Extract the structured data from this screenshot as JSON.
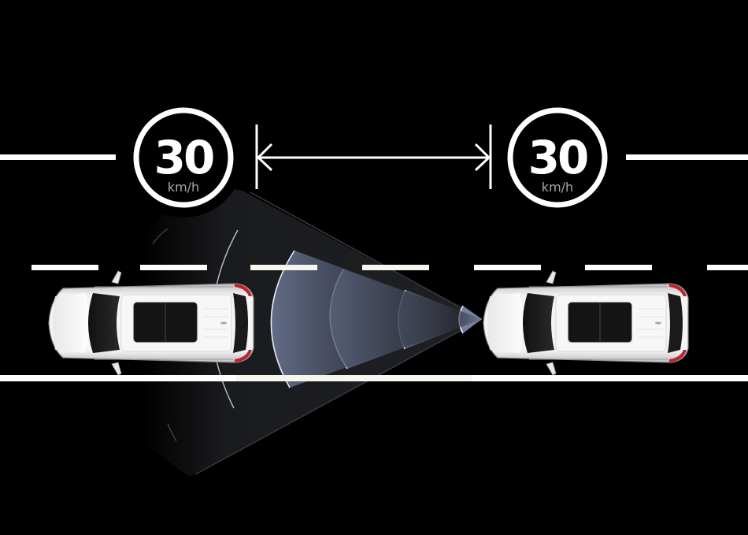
{
  "diagram": {
    "title": "",
    "description_visible": "",
    "colors": {
      "background": "#000000",
      "road_line": "#ffffff",
      "radar_cone": "#1c1d20",
      "radar_wave": "#5a6178",
      "radar_wave_edge": "#e8ecf5",
      "unit_text": "#a8a8a8",
      "car_body": "#f2f2f2",
      "car_tail_light": "#c0202a"
    },
    "speed_signs": [
      {
        "id": "ego-vehicle-speed",
        "value": "30",
        "unit": "km/h"
      },
      {
        "id": "lead-vehicle-speed",
        "value": "30",
        "unit": "km/h"
      }
    ],
    "distance_indicator": {
      "type": "double-headed-arrow",
      "label": ""
    },
    "vehicles": [
      {
        "id": "ego-vehicle",
        "role": "following vehicle with radar",
        "view": "top-down"
      },
      {
        "id": "lead-vehicle",
        "role": "vehicle ahead",
        "view": "top-down"
      }
    ],
    "radar": {
      "wave_count": 4
    },
    "road": {
      "lines": [
        "top-solid",
        "center-dashed",
        "bottom-solid"
      ]
    }
  }
}
